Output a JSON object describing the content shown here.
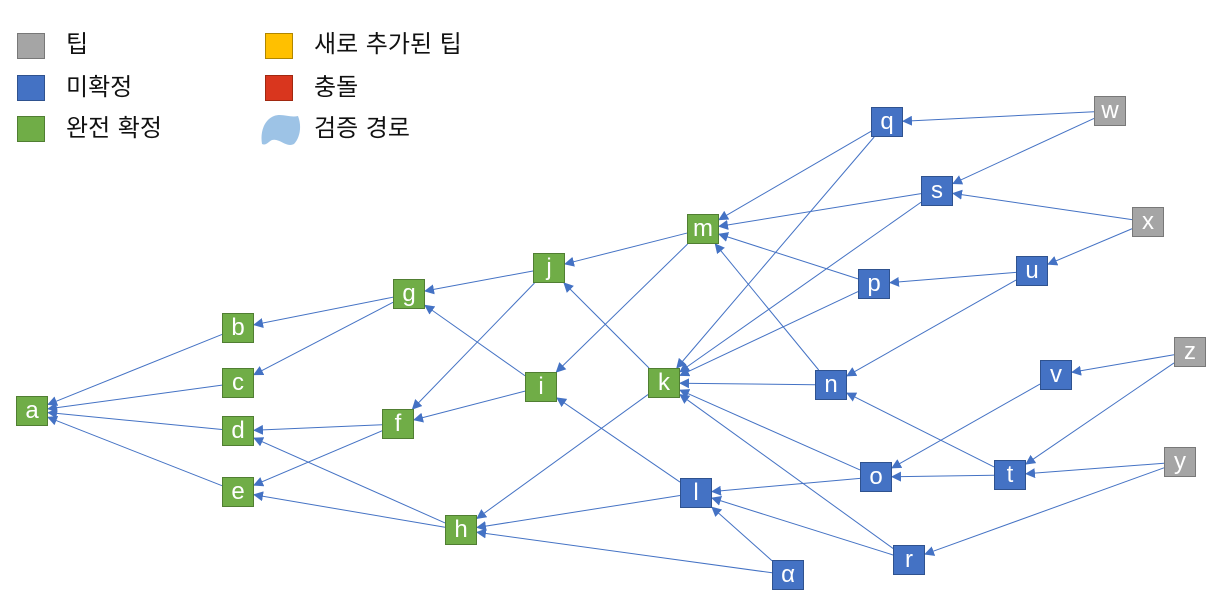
{
  "legend": {
    "tip": {
      "label": "팁",
      "color": "#A5A5A5"
    },
    "unconfirmed": {
      "label": "미확정",
      "color": "#4472C4"
    },
    "confirmed": {
      "label": "완전 확정",
      "color": "#70AD47"
    },
    "new_tip": {
      "label": "새로 추가된 팁",
      "color": "#FFC000"
    },
    "conflict": {
      "label": "충돌",
      "color": "#D9361E"
    },
    "verify_path": {
      "label": "검증 경로",
      "color": "#9DC3E6"
    }
  },
  "nodes": {
    "a": "a",
    "b": "b",
    "c": "c",
    "d": "d",
    "e": "e",
    "f": "f",
    "g": "g",
    "h": "h",
    "i": "i",
    "j": "j",
    "k": "k",
    "l": "l",
    "m": "m",
    "n": "n",
    "o": "o",
    "p": "p",
    "q": "q",
    "r": "r",
    "s": "s",
    "t": "t",
    "u": "u",
    "v": "v",
    "w": "w",
    "x": "x",
    "y": "y",
    "z": "z",
    "alpha": "α"
  },
  "edge_color": "#4472C4",
  "edges": [
    [
      "b",
      "a"
    ],
    [
      "c",
      "a"
    ],
    [
      "d",
      "a"
    ],
    [
      "e",
      "a"
    ],
    [
      "g",
      "b"
    ],
    [
      "g",
      "c"
    ],
    [
      "f",
      "d"
    ],
    [
      "h",
      "d"
    ],
    [
      "f",
      "e"
    ],
    [
      "h",
      "e"
    ],
    [
      "j",
      "g"
    ],
    [
      "i",
      "g"
    ],
    [
      "j",
      "f"
    ],
    [
      "i",
      "f"
    ],
    [
      "m",
      "j"
    ],
    [
      "k",
      "j"
    ],
    [
      "m",
      "i"
    ],
    [
      "l",
      "i"
    ],
    [
      "k",
      "h"
    ],
    [
      "l",
      "h"
    ],
    [
      "alpha",
      "h"
    ],
    [
      "q",
      "m"
    ],
    [
      "s",
      "m"
    ],
    [
      "p",
      "m"
    ],
    [
      "n",
      "m"
    ],
    [
      "q",
      "k"
    ],
    [
      "s",
      "k"
    ],
    [
      "p",
      "k"
    ],
    [
      "n",
      "k"
    ],
    [
      "o",
      "k"
    ],
    [
      "r",
      "k"
    ],
    [
      "alpha",
      "l"
    ],
    [
      "o",
      "l"
    ],
    [
      "r",
      "l"
    ],
    [
      "w",
      "q"
    ],
    [
      "w",
      "s"
    ],
    [
      "x",
      "s"
    ],
    [
      "x",
      "u"
    ],
    [
      "u",
      "p"
    ],
    [
      "u",
      "n"
    ],
    [
      "t",
      "n"
    ],
    [
      "z",
      "v"
    ],
    [
      "z",
      "t"
    ],
    [
      "v",
      "o"
    ],
    [
      "t",
      "o"
    ],
    [
      "y",
      "t"
    ],
    [
      "y",
      "r"
    ]
  ]
}
